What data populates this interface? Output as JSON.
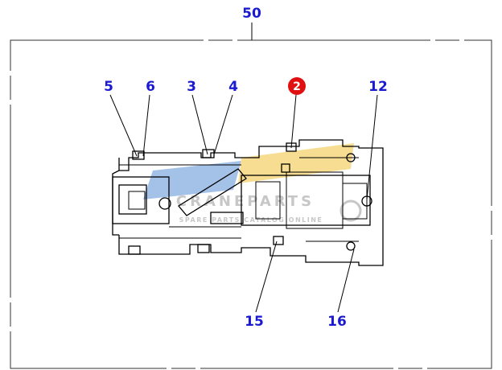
{
  "diagram": {
    "callouts": [
      {
        "id": "50",
        "label": "50",
        "highlight": false
      },
      {
        "id": "5",
        "label": "5",
        "highlight": false
      },
      {
        "id": "6",
        "label": "6",
        "highlight": false
      },
      {
        "id": "3",
        "label": "3",
        "highlight": false
      },
      {
        "id": "4",
        "label": "4",
        "highlight": false
      },
      {
        "id": "2",
        "label": "2",
        "highlight": true
      },
      {
        "id": "12",
        "label": "12",
        "highlight": false
      },
      {
        "id": "15",
        "label": "15",
        "highlight": false
      },
      {
        "id": "16",
        "label": "16",
        "highlight": false
      }
    ],
    "watermark": {
      "brand": "CRANEPARTS",
      "tagline": "SPARE PARTS CATALOG ONLINE"
    },
    "colors": {
      "callout_text": "#1a1ad0",
      "highlight_fill": "#e01010",
      "watermark_blue": "#5b8fd6",
      "watermark_yellow": "#f2c33a"
    }
  }
}
